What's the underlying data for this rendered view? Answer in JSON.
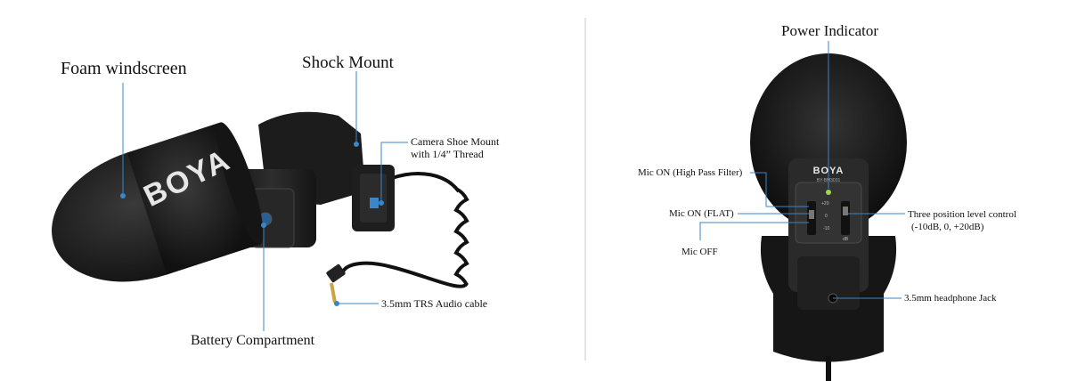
{
  "brand": {
    "logo_text": "BOYA",
    "model_text": "BY-BM3031",
    "switch_marks": [
      "+20",
      "0",
      "-10",
      "dB"
    ]
  },
  "left_panel": {
    "labels": {
      "foam_windscreen": "Foam windscreen",
      "shock_mount": "Shock Mount",
      "camera_shoe_line1": "Camera Shoe Mount",
      "camera_shoe_line2": "with 1/4” Thread",
      "trs_cable": "3.5mm TRS Audio cable",
      "battery_compartment": "Battery Compartment"
    }
  },
  "right_panel": {
    "labels": {
      "power_indicator": "Power Indicator",
      "mic_on_hpf": "Mic ON (High Pass Filter)",
      "mic_on_flat": "Mic ON (FLAT)",
      "mic_off": "Mic OFF",
      "level_control_line1": "Three position level control",
      "level_control_line2": "(-10dB, 0, +20dB)",
      "headphone_jack": "3.5mm headphone Jack"
    }
  },
  "colors": {
    "leader_line": "#3a86c8",
    "foam": "#1a1a1a",
    "body": "#222222",
    "indicator": "#9ed84a",
    "divider": "#c8c8c8"
  }
}
